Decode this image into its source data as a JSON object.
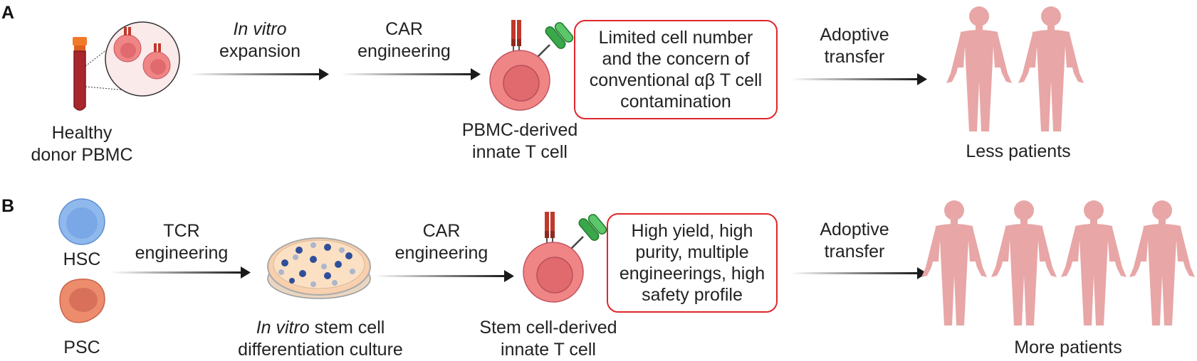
{
  "panelA": {
    "letter": "A",
    "source_line1": "Healthy",
    "source_line2": "donor PBMC",
    "step1_italic": "In vitro",
    "step1_line2": "expansion",
    "step2_line1": "CAR",
    "step2_line2": "engineering",
    "cell_line1": "PBMC-derived",
    "cell_line2": "innate T cell",
    "box_lines": [
      "Limited cell number",
      "and the concern of",
      "conventional αβ T cell",
      "contamination"
    ],
    "transfer_line1": "Adoptive",
    "transfer_line2": "transfer",
    "outcome": "Less patients"
  },
  "panelB": {
    "letter": "B",
    "hsc": "HSC",
    "psc": "PSC",
    "step1_line1": "TCR",
    "step1_line2": "engineering",
    "culture_italic": "In vitro",
    "culture_rest": " stem cell",
    "culture_line2": "differentiation culture",
    "step2_line1": "CAR",
    "step2_line2": "engineering",
    "cell_line1": "Stem cell-derived",
    "cell_line2": "innate T cell",
    "box_lines": [
      "High yield, high",
      "purity, multiple",
      "engineerings, high",
      "safety profile"
    ],
    "transfer_line1": "Adoptive",
    "transfer_line2": "transfer",
    "outcome": "More patients"
  },
  "colors": {
    "box_border": "#e0262b",
    "cell_outer": "#f08585",
    "cell_inner": "#e06a6e",
    "receptor_red": "#c0392b",
    "car_green": "#3aa84a",
    "human": "#e8a6a6",
    "hsc_fill": "#8fb8ec",
    "psc_fill": "#ec8c6c",
    "blood": "#a8262c",
    "cap": "#f07a2a",
    "arrow": "#1a1a1a"
  }
}
